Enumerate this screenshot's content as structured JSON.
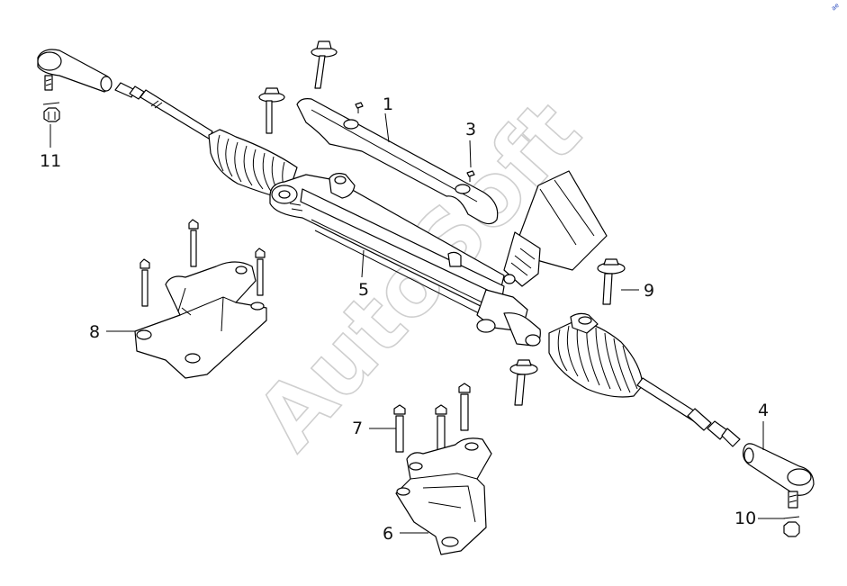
{
  "watermark": "AutoSoft",
  "corner_mark": "ae",
  "callouts": {
    "c1": "1",
    "c3": "3",
    "c4": "4",
    "c5": "5",
    "c6": "6",
    "c7": "7",
    "c8": "8",
    "c9": "9",
    "c10": "10",
    "c11": "11"
  }
}
